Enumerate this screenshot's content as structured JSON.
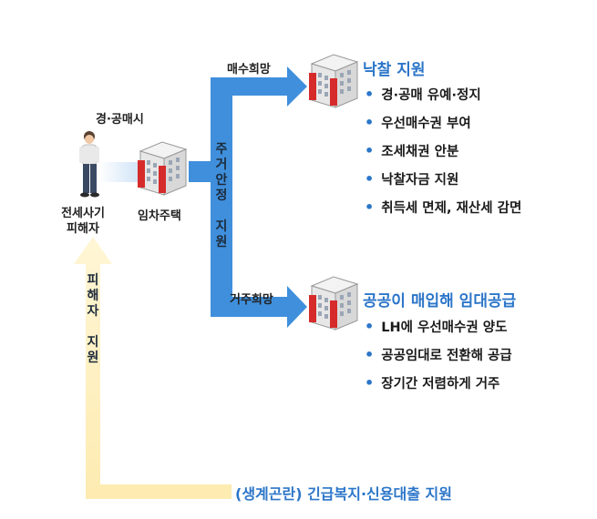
{
  "auction_label": "경·공매시",
  "victim_label": "전세사기\n피해자",
  "house_label": "임차주택",
  "vertical_housing": "주거안정 지원",
  "vertical_victim": "피해자 지원",
  "branch_buy": "매수희망",
  "branch_live": "거주희망",
  "section1": {
    "title": "낙찰 지원",
    "items": [
      "경·공매 유예·정지",
      "우선매수권 부여",
      "조세채권 안분",
      "낙찰자금 지원",
      "취득세 면제, 재산세 감면"
    ]
  },
  "section2": {
    "title": "공공이 매입해 임대공급",
    "items": [
      "LH에 우선매수권 양도",
      "공공임대로 전환해 공급",
      "장기간 저렴하게 거주"
    ]
  },
  "bottom_support": "(생계곤란) 긴급복지·신용대출 지원",
  "colors": {
    "blue_arrow": "#3f8fdc",
    "yellow_arrow": "#fde9a6",
    "accent": "#2c76c9",
    "brick": "#d62b2b"
  },
  "icons": [
    "person-icon",
    "building-icon"
  ]
}
